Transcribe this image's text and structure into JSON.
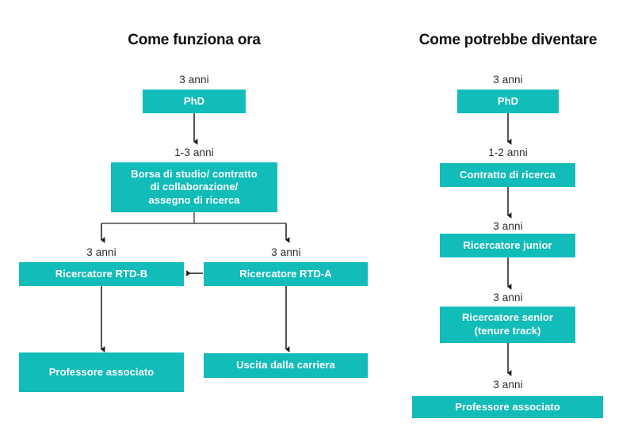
{
  "diagram": {
    "title_left": "Come funziona ora",
    "title_right": "Come potrebbe diventare",
    "accent_color": "#12bcb8",
    "text_color": "#ffffff",
    "label_color": "#2b2b2b",
    "background": "#ffffff",
    "columns": [
      {
        "id": "now",
        "header": "Come funziona ora",
        "nodes": [
          {
            "id": "phd",
            "label": "PhD",
            "duration": "3 anni"
          },
          {
            "id": "borsa",
            "label": "Borsa di studio/ contratto\ndi collaborazione/\nassegno di ricerca",
            "duration": "1-3 anni"
          },
          {
            "id": "rtdb",
            "label": "Ricercatore RTD-B",
            "duration": "3 anni"
          },
          {
            "id": "rtda",
            "label": "Ricercatore RTD-A",
            "duration": "3 anni"
          },
          {
            "id": "prof",
            "label": "Professore associato",
            "duration": ""
          },
          {
            "id": "uscita",
            "label": "Uscita dalla carriera",
            "duration": ""
          }
        ]
      },
      {
        "id": "future",
        "header": "Come potrebbe diventare",
        "nodes": [
          {
            "id": "phd2",
            "label": "PhD",
            "duration": "3 anni"
          },
          {
            "id": "contratto",
            "label": "Contratto di ricerca",
            "duration": "1-2 anni"
          },
          {
            "id": "junior",
            "label": "Ricercatore junior",
            "duration": "3 anni"
          },
          {
            "id": "senior",
            "label": "Ricercatore senior\n(tenure track)",
            "duration": "3 anni"
          },
          {
            "id": "prof2",
            "label": "Professore associato",
            "duration": "3 anni"
          }
        ]
      }
    ]
  }
}
